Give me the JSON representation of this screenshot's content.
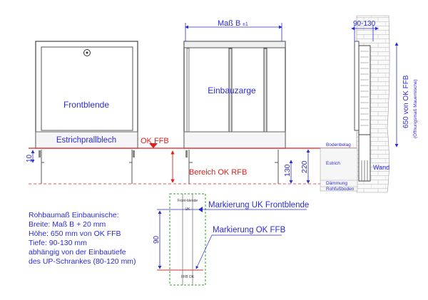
{
  "front_view": {
    "panel_label": "Frontblende",
    "band_label": "Estrichprallblech",
    "dim_leg": "10"
  },
  "frame_view": {
    "label": "Einbauzarge",
    "width_dim": "Maß B",
    "width_tol": "±1",
    "dim_130": "130",
    "dim_220": "220"
  },
  "floor": {
    "ok_ffb": "OK FFB",
    "range_label": "Bereich OK RFB"
  },
  "section": {
    "depth_dim": "90-130",
    "height_dim": "650 von OK FFB",
    "height_note": "(Öffnungsmaß Mauernische)",
    "layers": [
      "Bodenbelag",
      "Estrich",
      "Dämmung",
      "Rohfußboden"
    ],
    "wall": "Wand"
  },
  "detail": {
    "marker_uk": "Markierung UK Frontblende",
    "marker_ok": "Markierung OK FFB",
    "dim_90": "90",
    "tag_top": "Front-blende",
    "tag_uk": "UK",
    "tag_ffb": "FFB OK"
  },
  "notes": [
    "Rohbaumaß Einbaunische:",
    "Breite: Maß B + 20 mm",
    "Höhe: 650 mm von OK FFB",
    "Tiefe: 90-130 mm",
    "abhängig von der Einbautiefe",
    "des UP-Schrankes (80-120 mm)"
  ]
}
